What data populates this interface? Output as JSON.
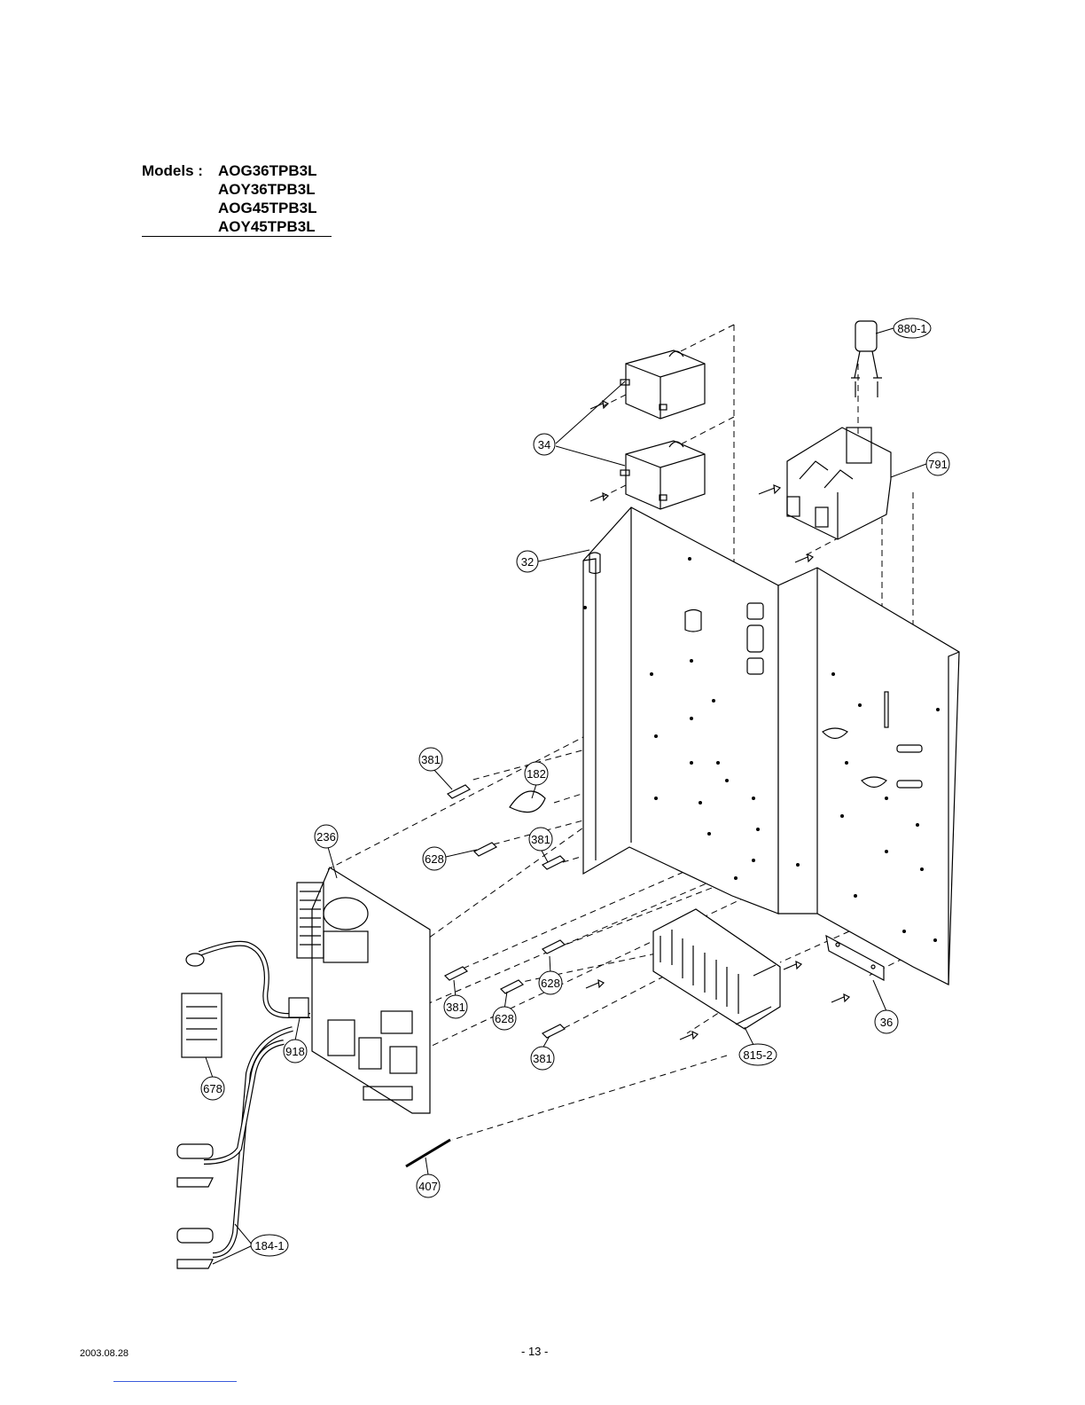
{
  "header": {
    "models_label": "Models :",
    "models": [
      "AOG36TPB3L",
      "AOY36TPB3L",
      "AOG45TPB3L",
      "AOY45TPB3L"
    ]
  },
  "callouts": [
    {
      "id": "c-880-1",
      "label": "880-1"
    },
    {
      "id": "c-34",
      "label": "34"
    },
    {
      "id": "c-791",
      "label": "791"
    },
    {
      "id": "c-32",
      "label": "32"
    },
    {
      "id": "c-381a",
      "label": "381"
    },
    {
      "id": "c-182",
      "label": "182"
    },
    {
      "id": "c-236",
      "label": "236"
    },
    {
      "id": "c-628a",
      "label": "628"
    },
    {
      "id": "c-381b",
      "label": "381"
    },
    {
      "id": "c-628b",
      "label": "628"
    },
    {
      "id": "c-381c",
      "label": "381"
    },
    {
      "id": "c-628c",
      "label": "628"
    },
    {
      "id": "c-381d",
      "label": "381"
    },
    {
      "id": "c-918",
      "label": "918"
    },
    {
      "id": "c-678",
      "label": "678"
    },
    {
      "id": "c-36",
      "label": "36"
    },
    {
      "id": "c-815-2",
      "label": "815-2"
    },
    {
      "id": "c-407",
      "label": "407"
    },
    {
      "id": "c-184-1",
      "label": "184-1"
    }
  ],
  "footer": {
    "date": "2003.08.28",
    "page": "- 13 -"
  }
}
